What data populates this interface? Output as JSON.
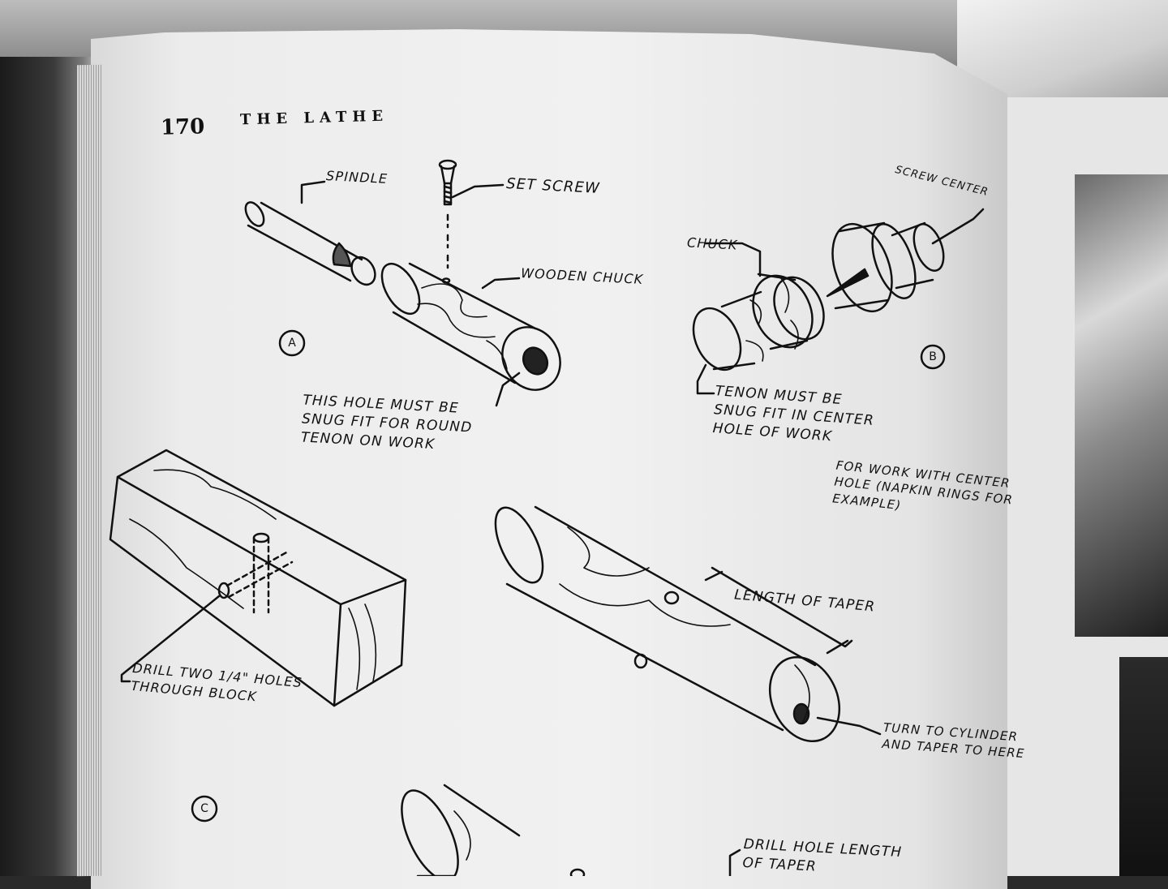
{
  "page": {
    "number": "170",
    "running_head": "THE LATHE"
  },
  "figure_a": {
    "letter": "A",
    "labels": {
      "spindle": "SPINDLE",
      "set_screw": "SET SCREW",
      "wooden_chuck": "WOODEN CHUCK",
      "hole_note": [
        "THIS HOLE MUST BE",
        "SNUG FIT FOR ROUND",
        "TENON ON WORK"
      ]
    }
  },
  "figure_b": {
    "letter": "B",
    "labels": {
      "screw_center": "SCREW CENTER",
      "chuck": "CHUCK",
      "tenon_note": [
        "TENON MUST BE",
        "SNUG FIT IN CENTER",
        "HOLE OF WORK"
      ],
      "purpose_note": [
        "FOR WORK WITH CENTER",
        "HOLE (NAPKIN RINGS FOR",
        "EXAMPLE)"
      ]
    }
  },
  "figure_c": {
    "letter": "C",
    "labels": {
      "drill_note": [
        "DRILL TWO 1/4\" HOLES",
        "THROUGH BLOCK"
      ],
      "length_of_taper": "LENGTH OF TAPER",
      "turn_note": [
        "TURN TO CYLINDER",
        "AND TAPER TO HERE"
      ],
      "drill_hole_note": [
        "DRILL HOLE LENGTH",
        "OF TAPER"
      ]
    }
  }
}
